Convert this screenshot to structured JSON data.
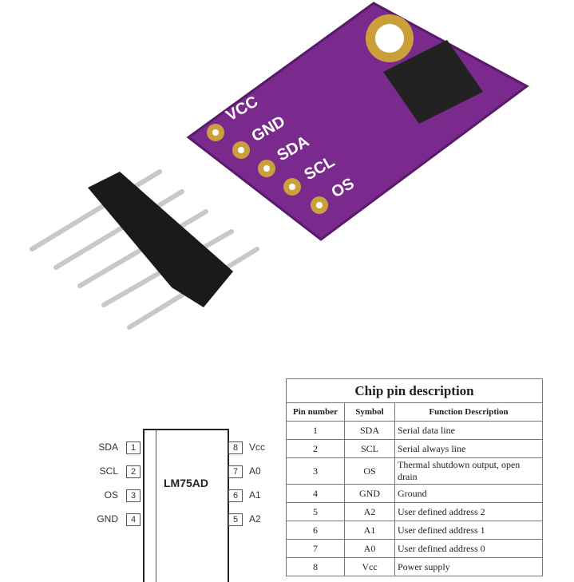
{
  "board": {
    "pins": [
      "VCC",
      "GND",
      "SDA",
      "SCL",
      "OS"
    ],
    "color": "#7a2a8c"
  },
  "chip": {
    "name": "LM75AD",
    "left_pins": [
      {
        "num": "1",
        "label": "SDA"
      },
      {
        "num": "2",
        "label": "SCL"
      },
      {
        "num": "3",
        "label": "OS"
      },
      {
        "num": "4",
        "label": "GND"
      }
    ],
    "right_pins": [
      {
        "num": "8",
        "label": "Vcc"
      },
      {
        "num": "7",
        "label": "A0"
      },
      {
        "num": "6",
        "label": "A1"
      },
      {
        "num": "5",
        "label": "A2"
      }
    ]
  },
  "table": {
    "title": "Chip pin description",
    "headers": [
      "Pin number",
      "Symbol",
      "Function Description"
    ],
    "rows": [
      [
        "1",
        "SDA",
        "Serial data line"
      ],
      [
        "2",
        "SCL",
        "Serial always line"
      ],
      [
        "3",
        "OS",
        "Thermal shutdown output, open drain"
      ],
      [
        "4",
        "GND",
        "Ground"
      ],
      [
        "5",
        "A2",
        "User defined address 2"
      ],
      [
        "6",
        "A1",
        "User defined address 1"
      ],
      [
        "7",
        "A0",
        "User defined address 0"
      ],
      [
        "8",
        "Vcc",
        "Power supply"
      ]
    ]
  }
}
